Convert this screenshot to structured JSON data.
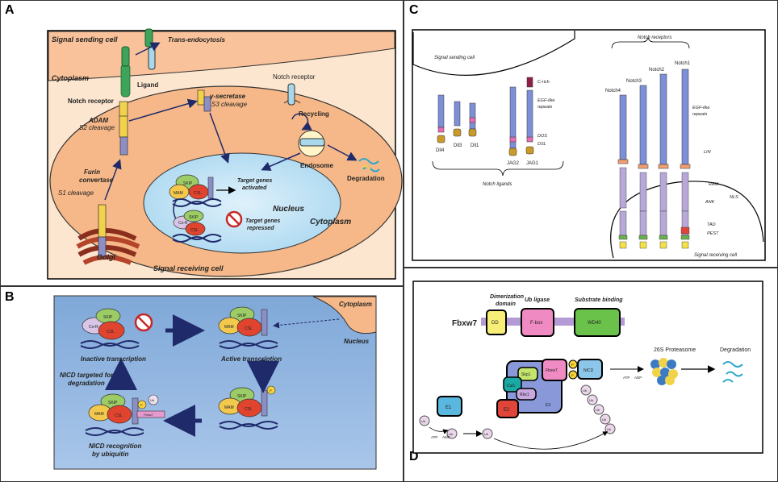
{
  "panels": {
    "a": "A",
    "b": "B",
    "c": "C",
    "d": "D"
  },
  "panel_a": {
    "signal_sending_cell": "Signal sending cell",
    "cytoplasm_top": "Cytoplasm",
    "trans_endocytosis": "Trans-endocytosis",
    "ligand": "Ligand",
    "notch_receptor_left": "Notch receptor",
    "adam": "ADAM",
    "s2_cleavage": "S2 cleavage",
    "gamma_secretase": "γ-secretase",
    "s3_cleavage": "S3 cleavage",
    "notch_receptor_right": "Notch receptor",
    "recycling": "Recycling",
    "endosome": "Endosome",
    "degradation": "Degradation",
    "furin": "Furin",
    "convertase": "convertase",
    "s1_cleavage": "S1 cleavage",
    "golgi": "Golgi",
    "skip": "SKIP",
    "mam": "MAM",
    "csl": "CSL",
    "cor": "Co-R",
    "target_activated_1": "Target genes",
    "target_activated_2": "activated",
    "nucleus": "Nucleus",
    "target_repressed_1": "Target genes",
    "target_repressed_2": "repressed",
    "cytoplasm_bottom": "Cytoplasm",
    "signal_receiving_cell": "Signal receiving cell"
  },
  "panel_b": {
    "cytoplasm": "Cytoplasm",
    "nucleus": "Nucleus",
    "skip": "SKIP",
    "cor": "Co-R",
    "csl": "CSL",
    "mam": "MAM",
    "ub": "Ub",
    "p": "P",
    "fbxw7": "Fbxw7",
    "inactive": "Inactive transcription",
    "active": "Active transcription",
    "nicd_targeted_1": "NICD targeted for",
    "nicd_targeted_2": "degradation",
    "nicd_recognition_1": "NICD recognition",
    "nicd_recognition_2": "by ubiquitin"
  },
  "panel_c": {
    "signal_sending_cell": "Signal sending cell",
    "notch_receptors": "Notch receptors",
    "c_rich": "C-rich",
    "egf_like_1": "EGF-like",
    "egf_like_2": "repeats",
    "dos": "DOS",
    "dsl": "DSL",
    "dll4": "Dll4",
    "dll3": "Dll3",
    "dll1": "Dll1",
    "jag2": "JAG2",
    "jag1": "JAG1",
    "notch_ligands": "Notch ligands",
    "notch4": "Notch4",
    "notch3": "Notch3",
    "notch2": "Notch2",
    "notch1": "Notch1",
    "egf_like_r1": "EGF-like",
    "egf_like_r2": "repeats",
    "lin": "LIN",
    "ram": "RAM",
    "nls": "NLS",
    "ank": "ANK",
    "tad": "TAD",
    "pest": "PEST",
    "signal_receiving_cell": "Signal receiving cell"
  },
  "panel_d": {
    "dimerization_1": "Dimerization",
    "dimerization_2": "domain",
    "ub_ligase": "Ub ligase",
    "substrate_binding": "Substrate binding",
    "fbxw7_title": "Fbxw7",
    "dd": "DD",
    "fbox": "F-box",
    "wd40": "WD40",
    "proteasome": "26S Proteasome",
    "degradation": "Degradation",
    "skp1": "Skp1",
    "cul1": "Cul1",
    "rbx1": "Rbx1",
    "fbxw7": "Fbxw7",
    "nicd": "NICD",
    "e3": "E3",
    "e2": "E2",
    "e1": "E1",
    "ub": "Ub",
    "p": "P",
    "atp": "ATP",
    "amp": "AMP",
    "adp": "ADP"
  }
}
